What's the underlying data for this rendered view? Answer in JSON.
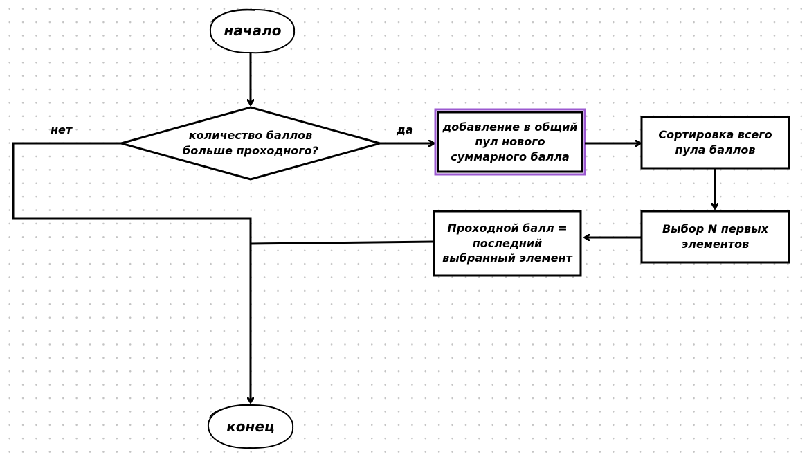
{
  "diagram": {
    "nodes": {
      "start": {
        "label": "начало"
      },
      "decision": {
        "label": "количество баллов больше проходного?"
      },
      "add": {
        "label": "добавление в общий пул нового суммарного балла"
      },
      "sort": {
        "label": "Сортировка всего пула баллов"
      },
      "select": {
        "label": "Выбор N первых элементов"
      },
      "pass": {
        "label": "Проходной балл = последний выбранный элемент"
      },
      "end": {
        "label": "конец"
      }
    },
    "edges": {
      "yes": {
        "label": "да"
      },
      "no": {
        "label": "нет"
      }
    },
    "colors": {
      "stroke": "#000000",
      "highlight": "#9b59d0",
      "background": "#ffffff",
      "grid_dot": "#c4c4c4"
    }
  }
}
